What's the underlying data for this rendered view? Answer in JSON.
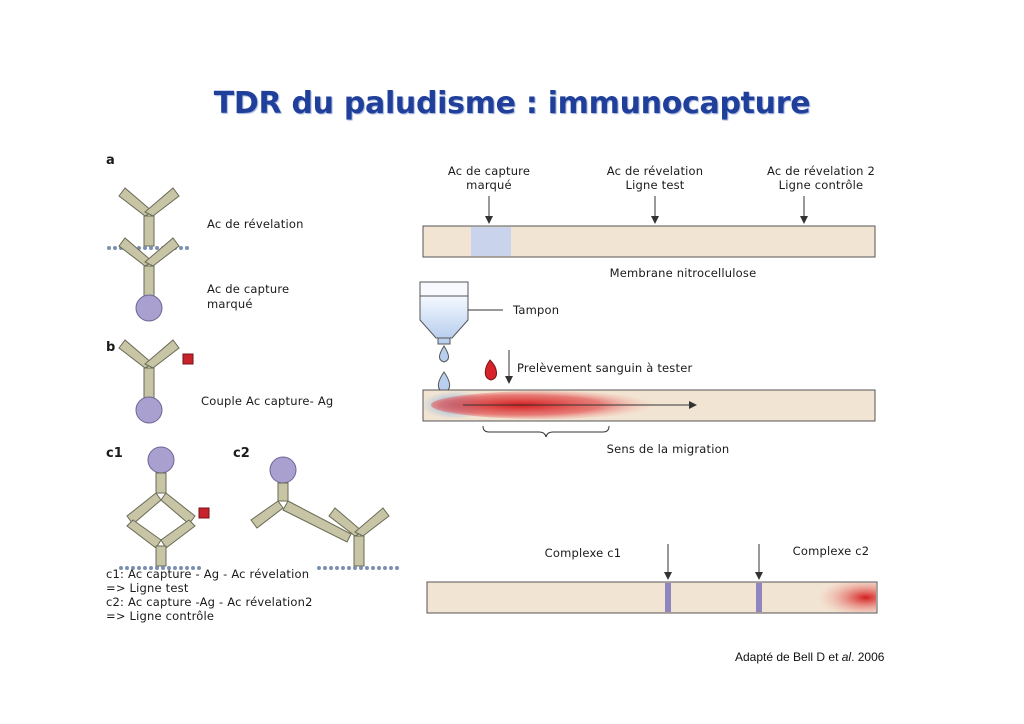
{
  "title": "TDR du paludisme : immunocapture",
  "sections": {
    "a": "a",
    "b": "b",
    "c1": "c1",
    "c2": "c2"
  },
  "left_labels": {
    "ac_revelation": "Ac de révelation",
    "ac_capture_line1": "Ac de capture",
    "ac_capture_line2": "marqué",
    "couple": "Couple Ac capture- Ag",
    "legend_line1": "c1: Ac capture - Ag - Ac révelation",
    "legend_line2": "=> Ligne test",
    "legend_line3": "c2: Ac capture -Ag - Ac révelation2",
    "legend_line4": "=> Ligne contrôle"
  },
  "strip_top": {
    "col1_line1": "Ac de capture",
    "col1_line2": "marqué",
    "col2_line1": "Ac de révelation",
    "col2_line2": "Ligne test",
    "col3_line1": "Ac de révelation 2",
    "col3_line2": "Ligne contrôle",
    "membrane": "Membrane nitrocellulose"
  },
  "strip_middle": {
    "tampon": "Tampon",
    "prelevement": "Prelèvement sanguin à tester",
    "sens": "Sens de la migration"
  },
  "strip_bottom": {
    "complexe_c1": "Complexe c1",
    "complexe_c2": "Complexe c2"
  },
  "credit": {
    "prefix": "Adapté de Bell D et ",
    "italic": "al",
    "suffix": ". 2006"
  },
  "colors": {
    "title": "#1f3f9a",
    "strip": "#f2e4d2",
    "antibody": "#c7c5a5",
    "antigen": "#a9a0d0",
    "ag_marker": "#c8232c",
    "blood": "#d8222a"
  }
}
